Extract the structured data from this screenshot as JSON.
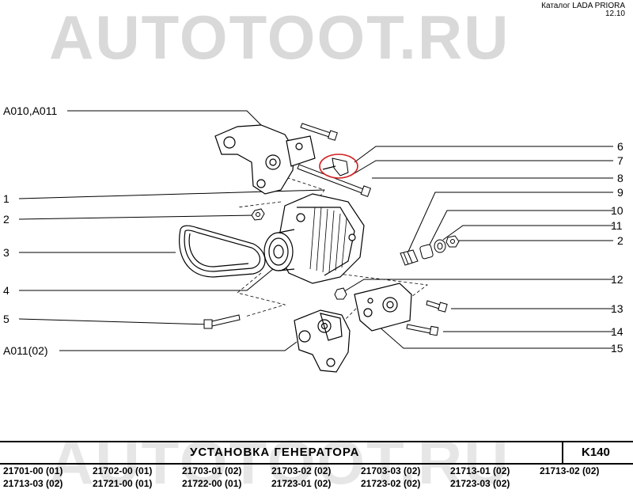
{
  "watermark": "AUTOTOOT.RU",
  "header": {
    "catalog": "Каталог  LADA  PRIORA",
    "date": "12.10"
  },
  "left_labels": [
    "A010,A011",
    "1",
    "2",
    "3",
    "4",
    "5",
    "A011(02)"
  ],
  "right_labels": [
    "6",
    "7",
    "8",
    "9",
    "10",
    "11",
    "2",
    "12",
    "13",
    "14",
    "15"
  ],
  "title": {
    "text": "УСТАНОВКА   ГЕНЕРАТОРА",
    "code": "K140"
  },
  "models": [
    [
      "21701-00 (01)",
      "21702-00 (01)",
      "21703-01 (02)",
      "21703-02 (02)",
      "21703-03 (02)",
      "21713-01 (02)",
      "21713-02 (02)"
    ],
    [
      "21713-03 (02)",
      "21721-00 (01)",
      "21722-00 (01)",
      "21723-01 (02)",
      "21723-02 (02)",
      "21723-03 (02)"
    ]
  ],
  "colors": {
    "highlight": "#d42020",
    "watermark": "#d9d9d9"
  }
}
